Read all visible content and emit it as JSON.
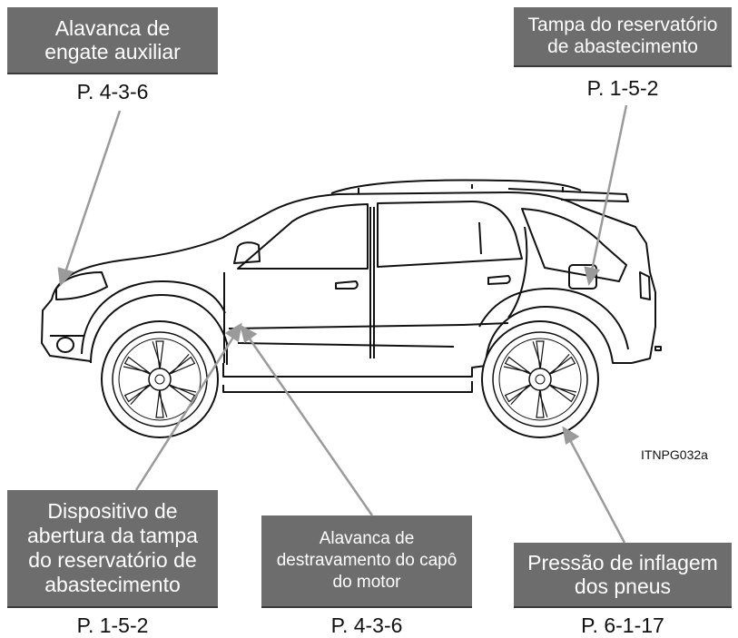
{
  "callouts": [
    {
      "id": "aux-lever",
      "text": "Alavanca de\nengate auxiliar",
      "ref": "P. 4-3-6"
    },
    {
      "id": "fuel-lid",
      "text": "Tampa do reservatório\nde abastecimento",
      "ref": "P. 1-5-2"
    },
    {
      "id": "fuel-opener",
      "text": "Dispositivo de\nabertura da tampa\ndo reservatório de\nabastecimento",
      "ref": "P. 1-5-2"
    },
    {
      "id": "hood-release",
      "text": "Alavanca de\ndestravamento do capô\ndo motor",
      "ref": "P. 4-3-6"
    },
    {
      "id": "tire-pressure",
      "text": "Pressão de inflagem\ndos pneus",
      "ref": "P. 6-1-17"
    }
  ],
  "image_code": "ITNPG032a",
  "colors": {
    "callout_bg": "#6d6d6d",
    "leader": "#9a9a9a",
    "outline": "#111111"
  }
}
